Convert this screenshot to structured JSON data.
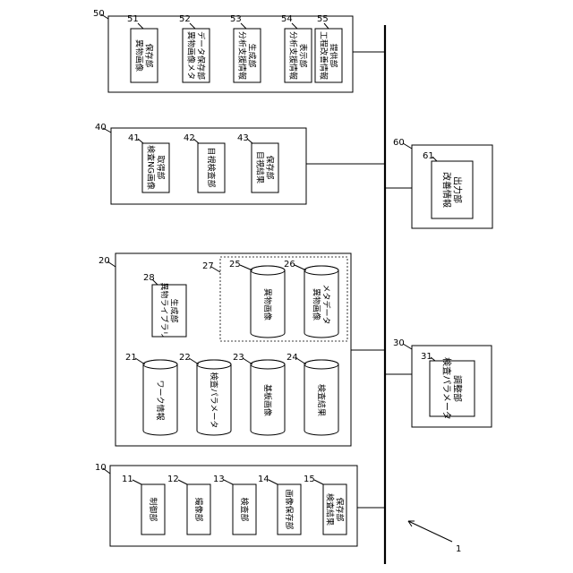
{
  "system_ref": "1",
  "groups": [
    {
      "ref": "50",
      "items": [
        {
          "ref": "51",
          "lines": [
            "異物画像",
            "保存部"
          ]
        },
        {
          "ref": "52",
          "lines": [
            "異物画像メタ",
            "データ保存部"
          ]
        },
        {
          "ref": "53",
          "lines": [
            "分析支援情報",
            "生成部"
          ]
        },
        {
          "ref": "54",
          "lines": [
            "分析支援情報",
            "表示部"
          ]
        },
        {
          "ref": "55",
          "lines": [
            "工程改善情報",
            "提供部"
          ]
        }
      ]
    },
    {
      "ref": "40",
      "items": [
        {
          "ref": "41",
          "lines": [
            "検査NG画像",
            "取得部"
          ]
        },
        {
          "ref": "42",
          "lines": [
            "目視検査部"
          ]
        },
        {
          "ref": "43",
          "lines": [
            "目視結果",
            "保存部"
          ]
        }
      ]
    },
    {
      "ref": "60",
      "items": [
        {
          "ref": "61",
          "lines": [
            "改善情報",
            "出力部"
          ]
        }
      ]
    },
    {
      "ref": "20",
      "items": [
        {
          "ref": "21",
          "lines": [
            "ワーク情報"
          ]
        },
        {
          "ref": "22",
          "lines": [
            "検査パラメータ"
          ]
        },
        {
          "ref": "23",
          "lines": [
            "基板画像"
          ]
        },
        {
          "ref": "24",
          "lines": [
            "検査結果"
          ]
        },
        {
          "ref": "28",
          "lines": [
            "異物ライブラリ",
            "生成部"
          ]
        },
        {
          "ref": "25",
          "lines": [
            "異物画像"
          ]
        },
        {
          "ref": "26",
          "lines": [
            "異物画像",
            "メタデータ"
          ]
        }
      ],
      "sub_ref": "27"
    },
    {
      "ref": "30",
      "items": [
        {
          "ref": "31",
          "lines": [
            "検査パラメータ",
            "調整部"
          ]
        }
      ]
    },
    {
      "ref": "10",
      "items": [
        {
          "ref": "11",
          "lines": [
            "制御部"
          ]
        },
        {
          "ref": "12",
          "lines": [
            "撮像部"
          ]
        },
        {
          "ref": "13",
          "lines": [
            "検査部"
          ]
        },
        {
          "ref": "14",
          "lines": [
            "画像保存部"
          ]
        },
        {
          "ref": "15",
          "lines": [
            "検査結果",
            "保存部"
          ]
        }
      ]
    }
  ]
}
